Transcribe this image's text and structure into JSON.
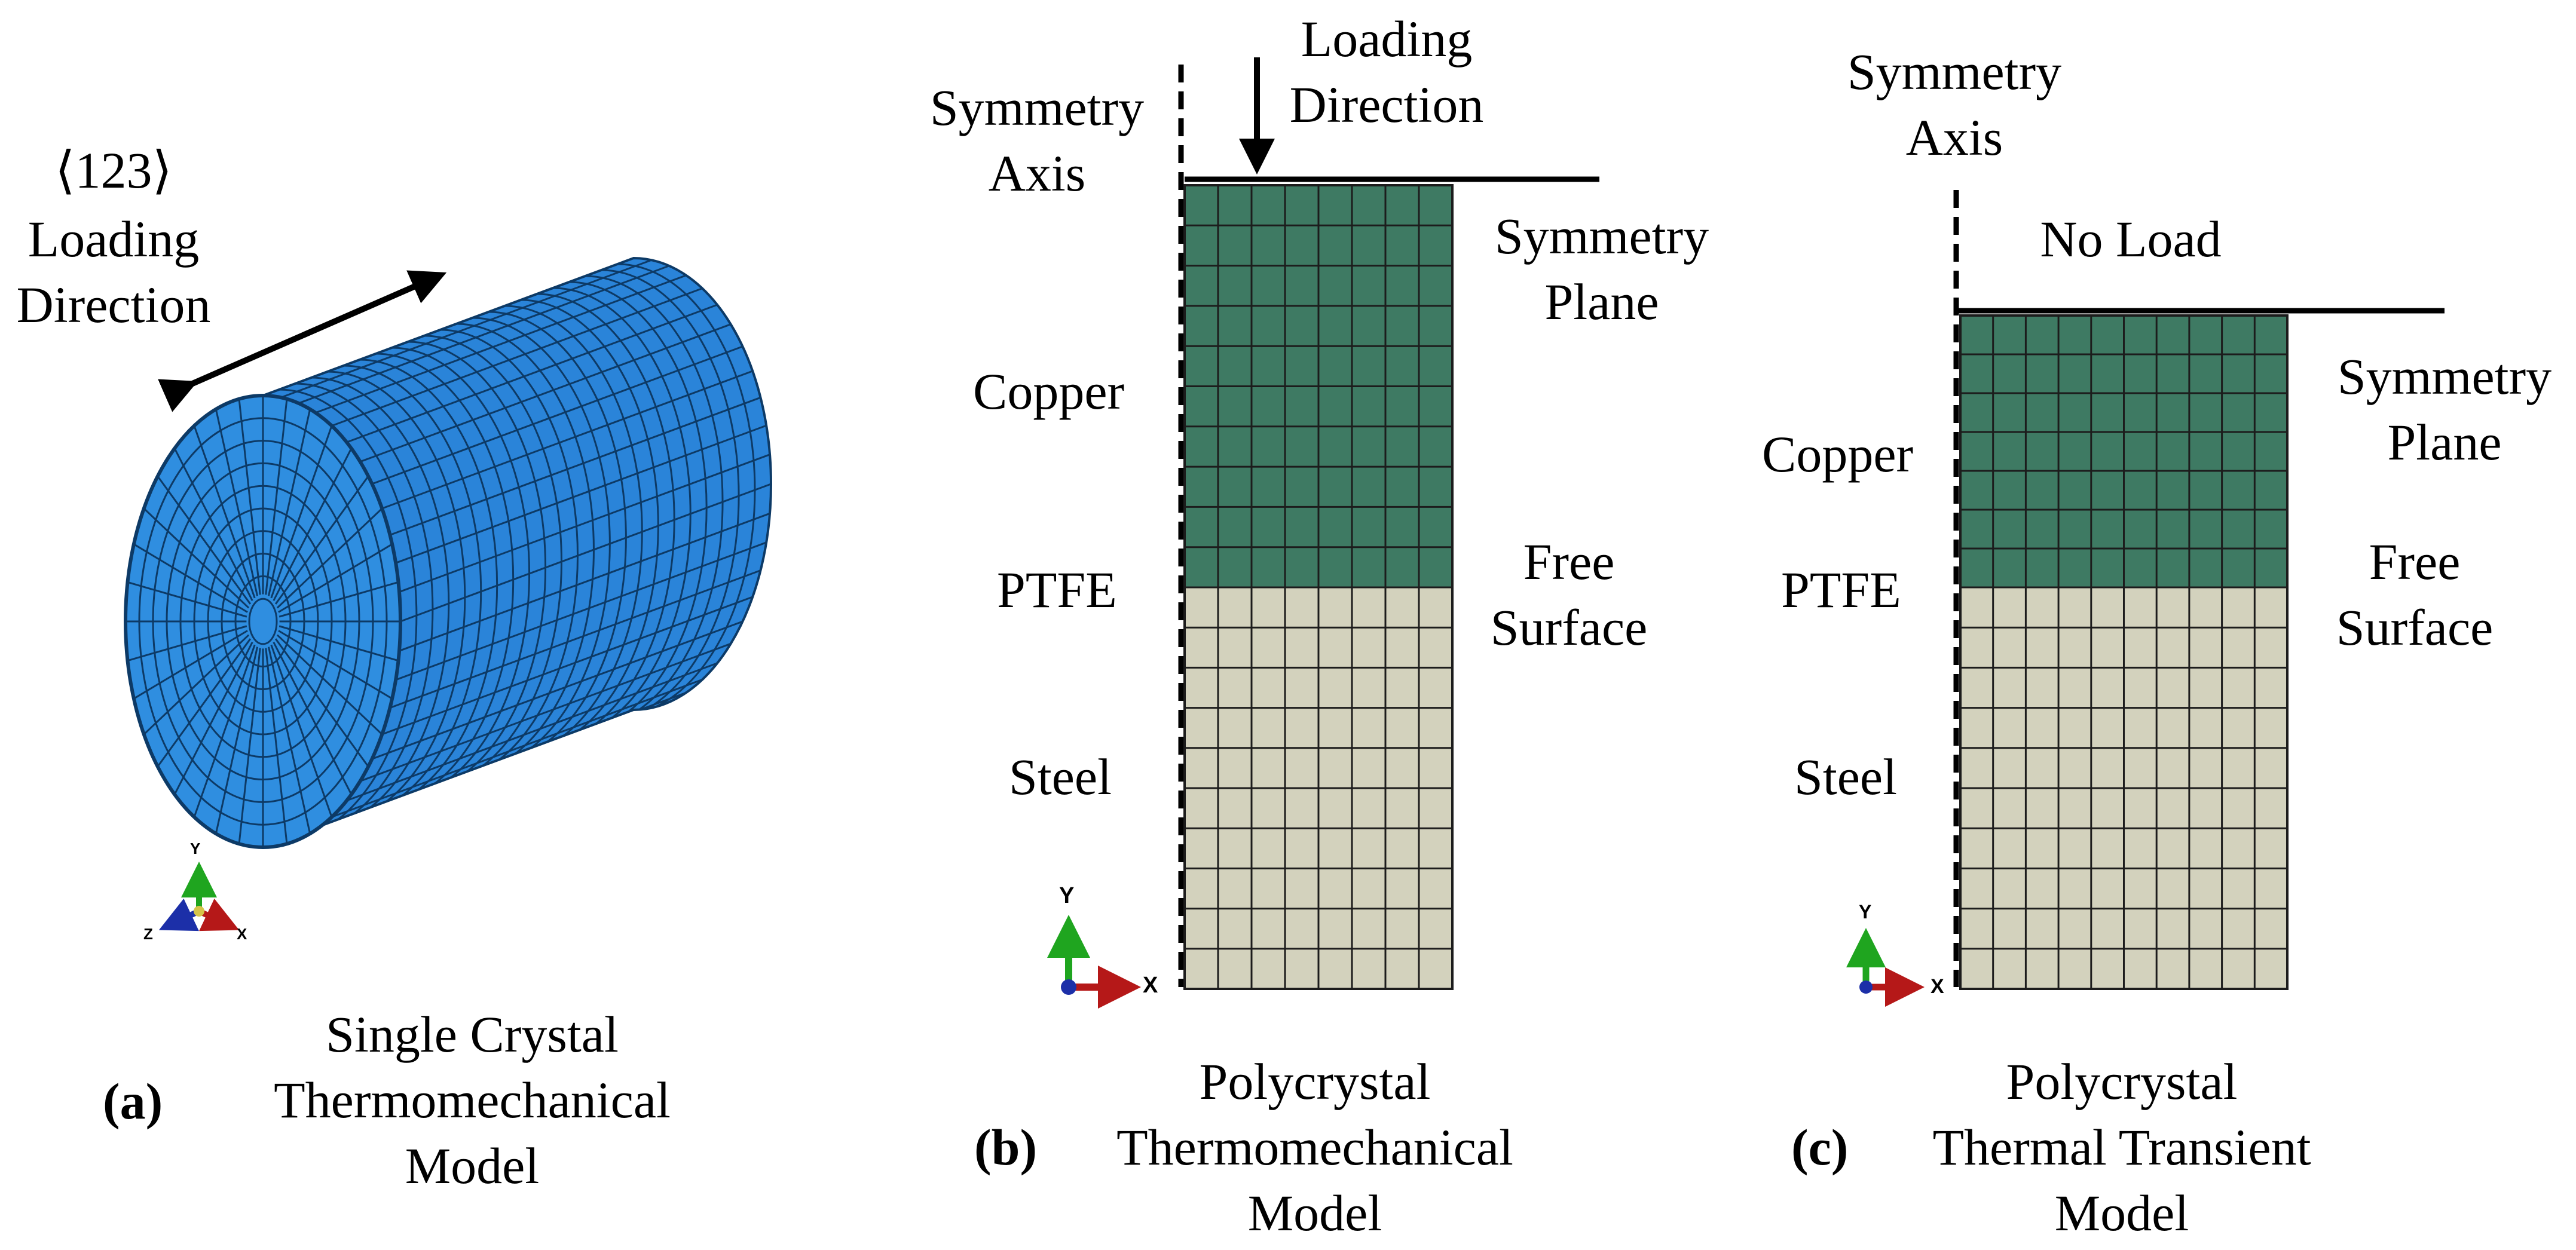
{
  "panel_a": {
    "direction_label": "⟨123⟩",
    "loading_label_1": "Loading",
    "loading_label_2": "Direction",
    "caption_tag": "(a)",
    "caption_1": "Single Crystal",
    "caption_2": "Thermomechanical",
    "caption_3": "Model",
    "triad": {
      "x": "X",
      "y": "Y",
      "z": "Z"
    },
    "cylinder_color": "#2a84d9",
    "mesh_color": "#0d3a66"
  },
  "panel_b": {
    "loading_label_1": "Loading",
    "loading_label_2": "Direction",
    "symmetry_axis_1": "Symmetry",
    "symmetry_axis_2": "Axis",
    "symmetry_plane_1": "Symmetry",
    "symmetry_plane_2": "Plane",
    "free_surface_1": "Free",
    "free_surface_2": "Surface",
    "materials": {
      "copper": "Copper",
      "ptfe": "PTFE",
      "steel": "Steel"
    },
    "triad": {
      "x": "X",
      "y": "Y"
    },
    "caption_tag": "(b)",
    "caption_1": "Polycrystal",
    "caption_2": "Thermomechanical",
    "caption_3": "Model"
  },
  "panel_c": {
    "symmetry_axis_1": "Symmetry",
    "symmetry_axis_2": "Axis",
    "no_load": "No Load",
    "symmetry_plane_1": "Symmetry",
    "symmetry_plane_2": "Plane",
    "free_surface_1": "Free",
    "free_surface_2": "Surface",
    "materials": {
      "copper": "Copper",
      "ptfe": "PTFE",
      "steel": "Steel"
    },
    "triad": {
      "x": "X",
      "y": "Y"
    },
    "caption_tag": "(c)",
    "caption_1": "Polycrystal",
    "caption_2": "Thermal Transient",
    "caption_3": "Model"
  },
  "colors": {
    "copper": "#3e7a63",
    "steel": "#d3d2bd",
    "grid_line": "#1c1c1c",
    "axis_x": "#b51818",
    "axis_y": "#1fa51f",
    "axis_z": "#1c2fa8"
  }
}
